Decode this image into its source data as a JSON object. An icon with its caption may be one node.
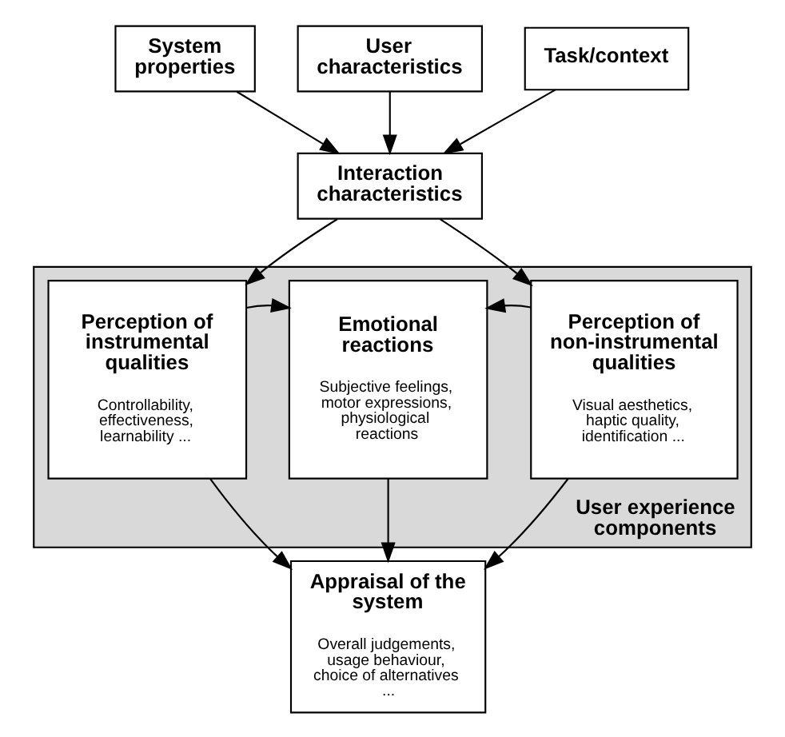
{
  "diagram": {
    "nodes": [
      {
        "text": [
          "System properties"
        ]
      },
      {
        "text": [
          "User characteristics"
        ]
      },
      {
        "text": [
          "Task/context"
        ]
      },
      {
        "text": [
          "Interaction characteristics"
        ]
      },
      {
        "text": [
          "User experience components"
        ]
      },
      {
        "text": [
          "Perception of instrumental qualities",
          "Controllability, effectiveness, learnability ..."
        ],
        "in": 4
      },
      {
        "text": [
          "Emotional reactions",
          "Subjective feelings, motor expressions, physiological reactions"
        ],
        "in": 4
      },
      {
        "text": [
          "Perception of non-instrumental qualities",
          "Visual aesthetics, haptic quality, identification ..."
        ],
        "in": 4
      },
      {
        "text": [
          "Appraisal of the system",
          "Overall judgements, usage behaviour, choice of alternatives ..."
        ]
      }
    ],
    "edges": [
      {
        "from": 0,
        "to": 3,
        "arrow": "to"
      },
      {
        "from": 1,
        "to": 3,
        "arrow": "to"
      },
      {
        "from": 2,
        "to": 3,
        "arrow": "to"
      },
      {
        "from": 3,
        "to": 5,
        "arrow": "to"
      },
      {
        "from": 3,
        "to": 7,
        "arrow": "to"
      },
      {
        "from": 5,
        "to": 6,
        "arrow": "to"
      },
      {
        "from": 7,
        "to": 6,
        "arrow": "to"
      },
      {
        "from": 5,
        "to": 8,
        "arrow": "to"
      },
      {
        "from": 6,
        "to": 8,
        "arrow": "to"
      },
      {
        "from": 7,
        "to": 8,
        "arrow": "to"
      }
    ]
  }
}
